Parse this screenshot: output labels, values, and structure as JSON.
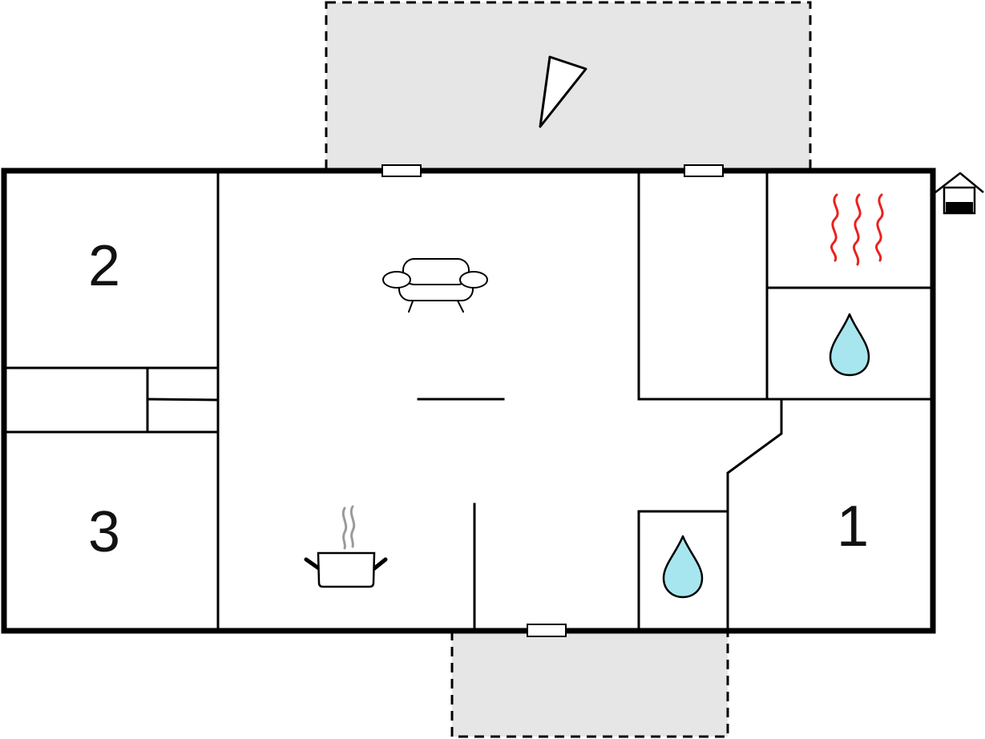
{
  "rooms": {
    "bedroom_1": {
      "label": "1"
    },
    "bedroom_2": {
      "label": "2"
    },
    "bedroom_3": {
      "label": "3"
    }
  },
  "icons": {
    "living_room": "sofa-icon",
    "kitchen": "cooking-pot-icon",
    "sauna": "heat-waves-icon",
    "bathroom_large": "water-drop-icon",
    "bathroom_small": "water-drop-icon",
    "terrace": "sunshade-icon",
    "exterior": "house-icon"
  },
  "colors": {
    "wall": "#000000",
    "terrace_fill": "#e6e6e6",
    "water": "#a8e6ef",
    "heat": "#e8231f",
    "steam": "#9a9a9a"
  }
}
